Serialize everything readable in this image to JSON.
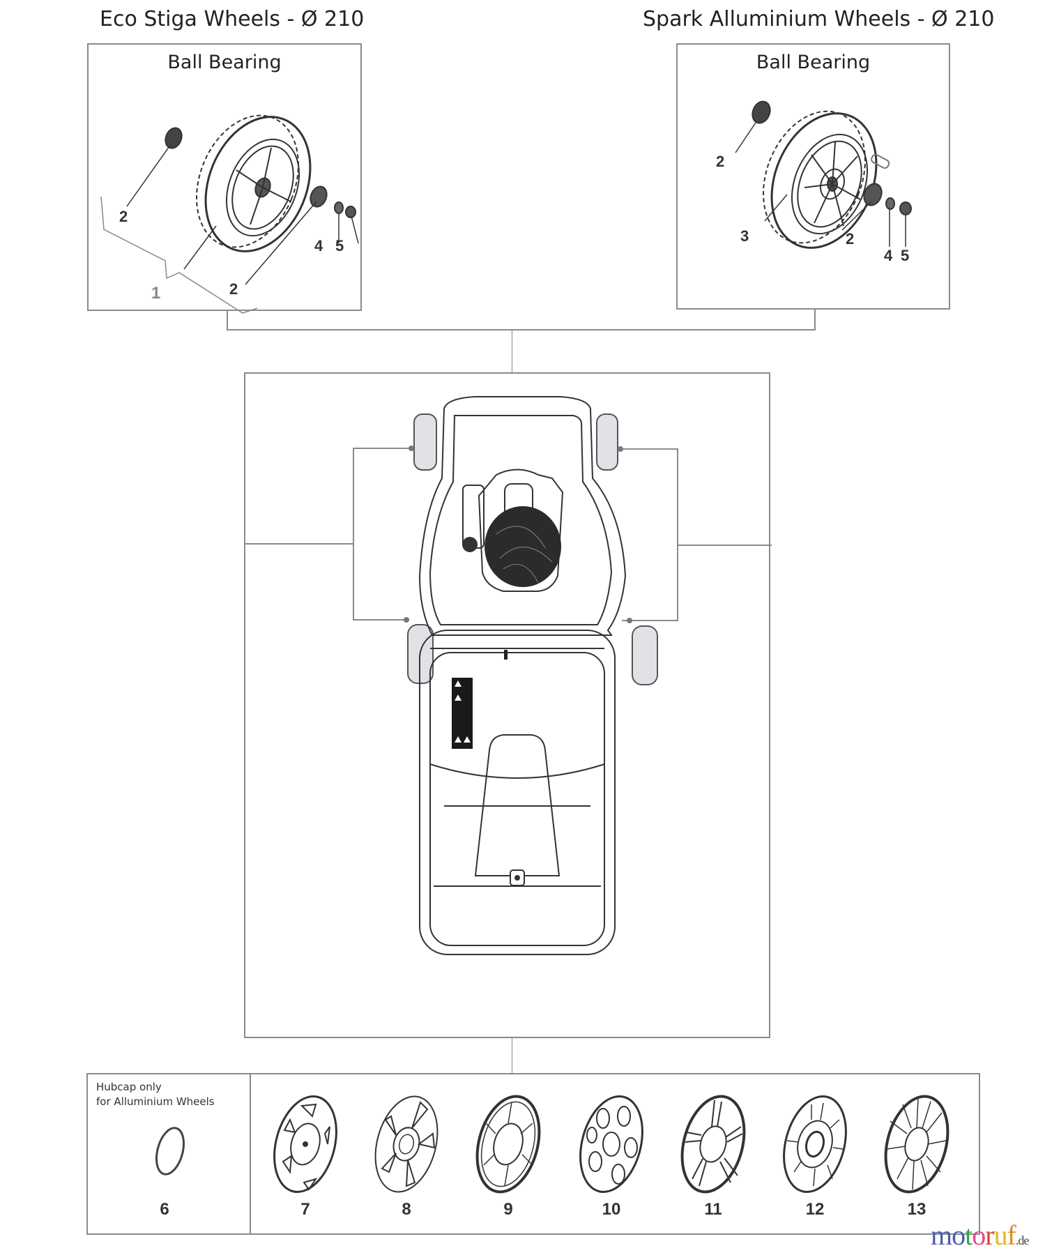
{
  "diagram": {
    "left_group": {
      "title": "Eco Stiga Wheels - Ø 210",
      "subtitle": "Ball Bearing",
      "callouts": [
        "2",
        "2",
        "4",
        "5",
        "1"
      ]
    },
    "right_group": {
      "title": "Spark Alluminium Wheels - Ø 210",
      "subtitle": "Ball Bearing",
      "callouts": [
        "2",
        "3",
        "2",
        "4",
        "5"
      ]
    },
    "center": {
      "label": "Lawn mower top view with four wheels"
    },
    "hubcaps": {
      "note_line1": "Hubcap only",
      "note_line2": "for Alluminium Wheels",
      "items": [
        "6",
        "7",
        "8",
        "9",
        "10",
        "11",
        "12",
        "13"
      ]
    }
  },
  "watermark": {
    "letters": [
      "m",
      "o",
      "t",
      "o",
      "r",
      "u",
      "f"
    ],
    "colors": [
      "#4a5fa8",
      "#4a5fa8",
      "#3aa34a",
      "#e04a8a",
      "#d9442e",
      "#e8b820",
      "#e08a20"
    ],
    "suffix": ".de"
  }
}
